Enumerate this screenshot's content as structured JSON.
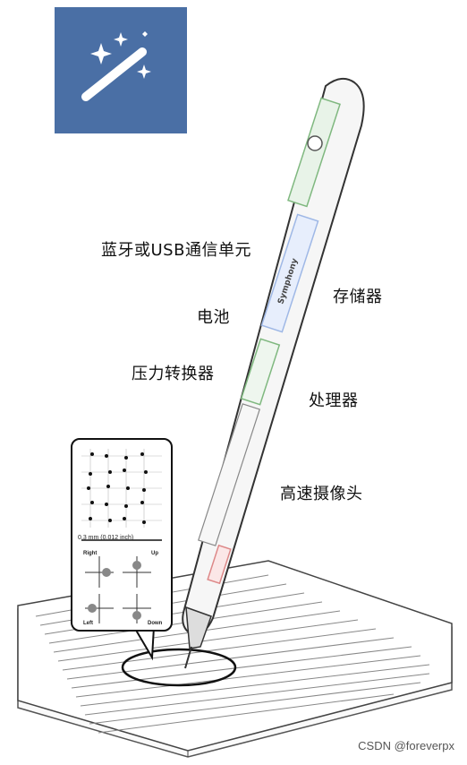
{
  "labels": {
    "comm": "蓝牙或USB通信单元",
    "storage": "存储器",
    "battery": "电池",
    "pressure": "压力转换器",
    "processor": "处理器",
    "camera": "高速摄像头"
  },
  "pen_brand": "Symphony",
  "callout": {
    "scale": "0.3 mm (0.012 inch)",
    "right": "Right",
    "up": "Up",
    "left": "Left",
    "down": "Down"
  },
  "watermark": "CSDN @foreverpx",
  "colors": {
    "badge": "#4a6fa5",
    "pen_circuit": "#7fb87f",
    "pen_module": "#9fb8e6",
    "pen_red": "#d88"
  },
  "badge_icon": "magic-wand-icon"
}
